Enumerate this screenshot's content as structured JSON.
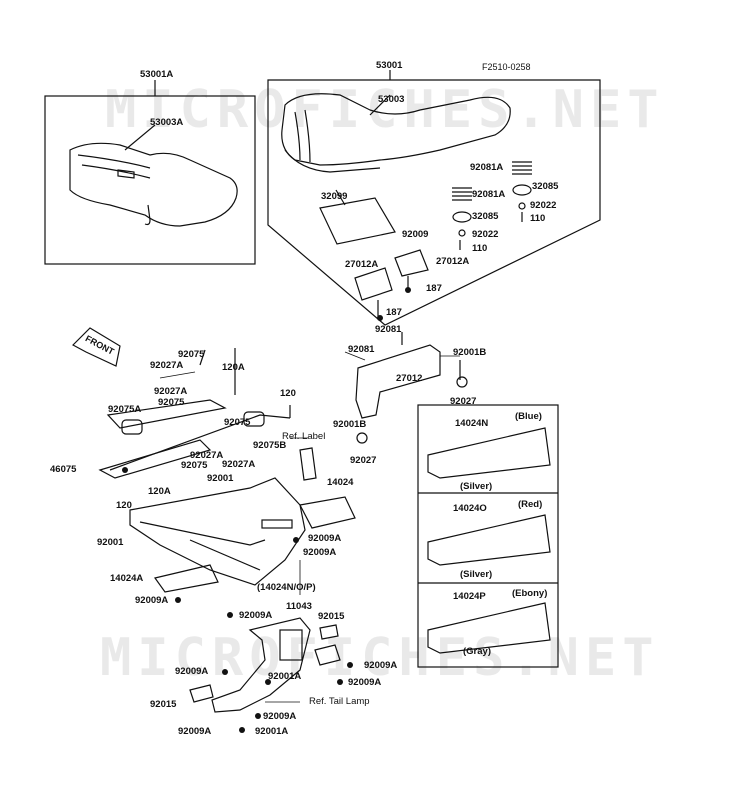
{
  "diagram_id": "F2510-0258",
  "watermarks": [
    "MICROFICHES.NET",
    "MICROFICHES.NET"
  ],
  "front_arrow": "FRONT",
  "labels": {
    "l53001A": "53001A",
    "l53003A": "53003A",
    "l53001": "53001",
    "l53003": "53003",
    "l92081A_1": "92081A",
    "l32085_1": "32085",
    "l92022_1": "92022",
    "l110_1": "110",
    "l92081A_2": "92081A",
    "l32085_2": "32085",
    "l92022_2": "92022",
    "l110_2": "110",
    "l32099": "32099",
    "l92009": "92009",
    "l27012A_1": "27012A",
    "l27012A_2": "27012A",
    "l187_1": "187",
    "l187_2": "187",
    "l92081_1": "92081",
    "l92081_2": "92081",
    "l27012": "27012",
    "l92001B_1": "92001B",
    "l92027_1": "92027",
    "l92001B_2": "92001B",
    "l92027_2": "92027",
    "l92075_1": "92075",
    "l92027A_1": "92027A",
    "l120A_1": "120A",
    "l92027A_2": "92027A",
    "l92075_2": "92075",
    "l92075A_1": "92075A",
    "l120_1": "120",
    "l92075_3": "92075",
    "l92075B": "92075B",
    "l92027A_3": "92027A",
    "l92075_4": "92075",
    "l92027A_4": "92027A",
    "l92001_1": "92001",
    "l46075": "46075",
    "l120A_2": "120A",
    "l120_2": "120",
    "l92001_2": "92001",
    "lRefLabel": "Ref. Label",
    "l14024": "14024",
    "l92009A_1": "92009A",
    "l92009A_2": "92009A",
    "l14024A": "14024A",
    "l14024NOP": "(14024N/O/P)",
    "l92009A_3": "92009A",
    "l92009A_4": "92009A",
    "l11043": "11043",
    "l92015_1": "92015",
    "l92009A_5": "92009A",
    "l92009A_6": "92009A",
    "l92001A_1": "92001A",
    "l92009A_7": "92009A",
    "lRefTail": "Ref. Tail Lamp",
    "l92015_2": "92015",
    "l92009A_8": "92009A",
    "l92009A_9": "92009A",
    "l92001A_2": "92001A",
    "l14024N": "14024N",
    "lBlue": "(Blue)",
    "lSilver_1": "(Silver)",
    "l14024O": "14024O",
    "lRed": "(Red)",
    "lSilver_2": "(Silver)",
    "l14024P": "14024P",
    "lEbony": "(Ebony)",
    "lGray": "(Gray)"
  },
  "colors": {
    "line": "#111111",
    "watermark": "#d0d0d0",
    "background": "#ffffff"
  }
}
